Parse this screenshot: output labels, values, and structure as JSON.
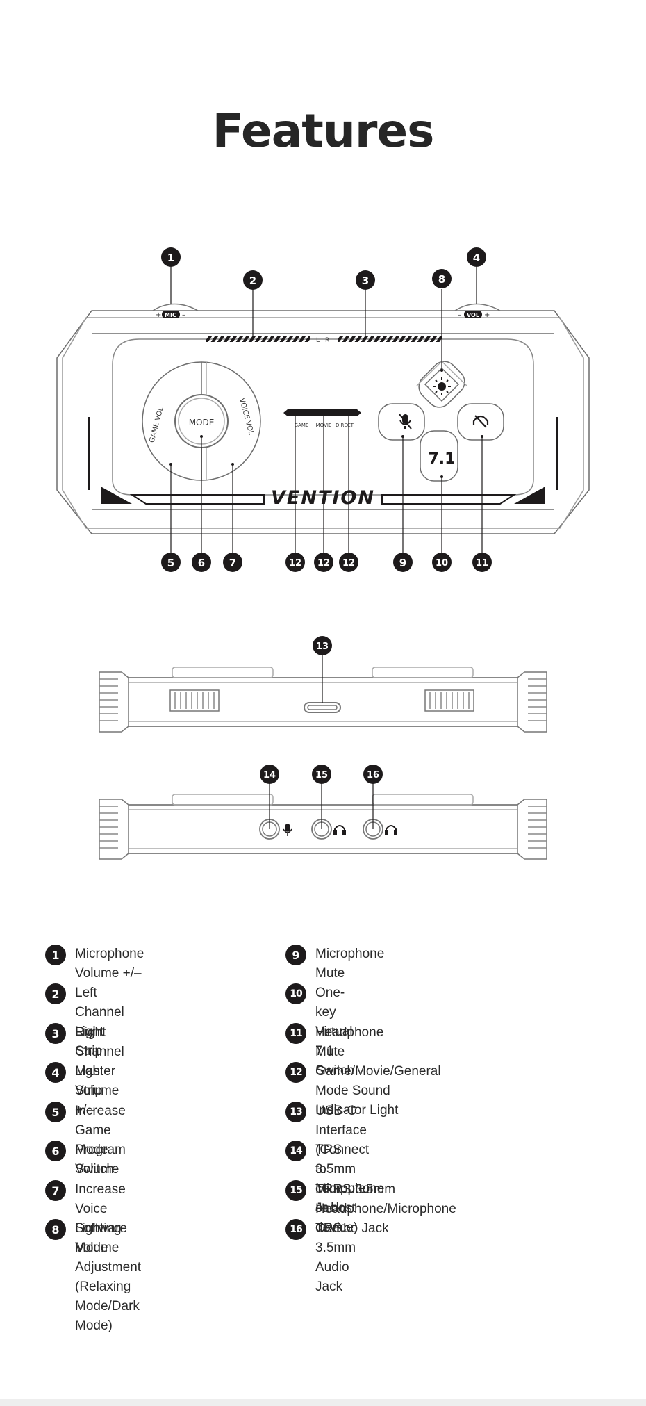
{
  "title": "Features",
  "device": {
    "top_labels": {
      "mic": "MIC",
      "vol": "VOL",
      "plus": "+",
      "minus": "–",
      "left": "L",
      "right": "R"
    },
    "knob": {
      "mode": "MODE",
      "game_vol": "GAME VOL",
      "voice_vol": "VOICE VOL"
    },
    "indicators": {
      "game": "GAME",
      "movie": "MOVIE",
      "direct": "DIRECT"
    },
    "brand": "VENTION",
    "seven_one": "7.1"
  },
  "callouts": {
    "c1": "1",
    "c2": "2",
    "c3": "3",
    "c4": "4",
    "c5": "5",
    "c6": "6",
    "c7": "7",
    "c8": "8",
    "c9": "9",
    "c10": "10",
    "c11": "11",
    "c12a": "12",
    "c12b": "12",
    "c12c": "12",
    "c13": "13",
    "c14": "14",
    "c15": "15",
    "c16": "16"
  },
  "legend": {
    "left": [
      {
        "num": "1",
        "lines": [
          "Microphone Volume +/–"
        ]
      },
      {
        "num": "2",
        "lines": [
          "Left Channel Light Strip"
        ]
      },
      {
        "num": "3",
        "lines": [
          "Right Channel Light Strip"
        ]
      },
      {
        "num": "4",
        "lines": [
          "Master Volume +/–"
        ]
      },
      {
        "num": "5",
        "lines": [
          "Increase Game Program Volume"
        ]
      },
      {
        "num": "6",
        "lines": [
          "Mode Switch"
        ]
      },
      {
        "num": "7",
        "lines": [
          "Increase Voice Software Volume"
        ]
      },
      {
        "num": "8",
        "lines": [
          "Lighting Mode Adjustment",
          "(Relaxing Mode/Dark Mode)"
        ]
      }
    ],
    "right": [
      {
        "num": "9",
        "lines": [
          "Microphone Mute"
        ]
      },
      {
        "num": "10",
        "lines": [
          "One-key Virtual 7.1 Switch"
        ]
      },
      {
        "num": "11",
        "lines": [
          "Headphone Mute"
        ]
      },
      {
        "num": "12",
        "lines": [
          "Game/Movie/General Mode Sound Indicator Light"
        ]
      },
      {
        "num": "13",
        "lines": [
          "USB-C Interface (Connect to computer or host device)"
        ]
      },
      {
        "num": "14",
        "lines": [
          "TRS 3.5mm Microphone Jack"
        ]
      },
      {
        "num": "15",
        "lines": [
          "TRRS 3.5mm Headphone/Microphone Combo Jack"
        ]
      },
      {
        "num": "16",
        "lines": [
          "TRS 3.5mm Audio Jack"
        ]
      }
    ]
  }
}
